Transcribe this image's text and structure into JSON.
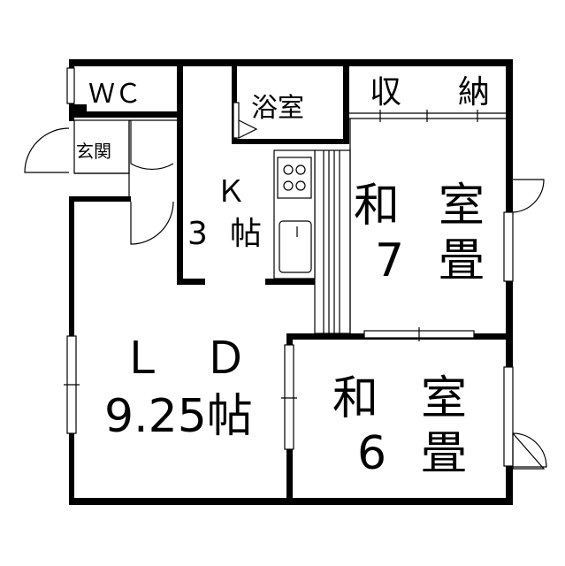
{
  "rooms": {
    "wc": {
      "label": "ＷＣ"
    },
    "bath": {
      "label": "浴室"
    },
    "storage": {
      "label_1": "収",
      "label_2": "納"
    },
    "entrance": {
      "label": "玄関"
    },
    "kitchen": {
      "label_1": "Ｋ",
      "label_2": "3",
      "label_3": "帖"
    },
    "washitsu7": {
      "label_1": "和",
      "label_2": "室",
      "label_3": "7",
      "label_4": "畳"
    },
    "ld": {
      "label_1": "Ｌ",
      "label_2": "Ｄ",
      "label_3": "9.25帖"
    },
    "washitsu6": {
      "label_1": "和",
      "label_2": "室",
      "label_3": "6",
      "label_4": "畳"
    }
  },
  "colors": {
    "wall": "#000000",
    "background": "#ffffff"
  }
}
